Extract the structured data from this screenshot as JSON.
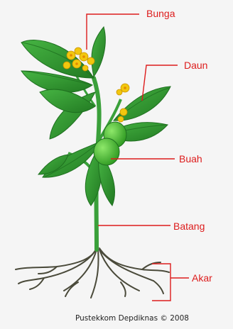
{
  "labels": {
    "bunga": "Bunga",
    "daun": "Daun",
    "buah": "Buah",
    "batang": "Batang",
    "akar": "Akar"
  },
  "credit": "Pustekkom Depdiknas © 2008",
  "colors": {
    "label_text": "#dd1c1c",
    "pointer_line": "#dd1c1c",
    "leaf": "#2e9a2c",
    "leaf_dark": "#1e6f1f",
    "stem": "#3aa03a",
    "fruit": "#4ec639",
    "flower": "#f2c70e",
    "root": "#4a4a3a"
  },
  "icons": [
    "plant-illustration"
  ]
}
